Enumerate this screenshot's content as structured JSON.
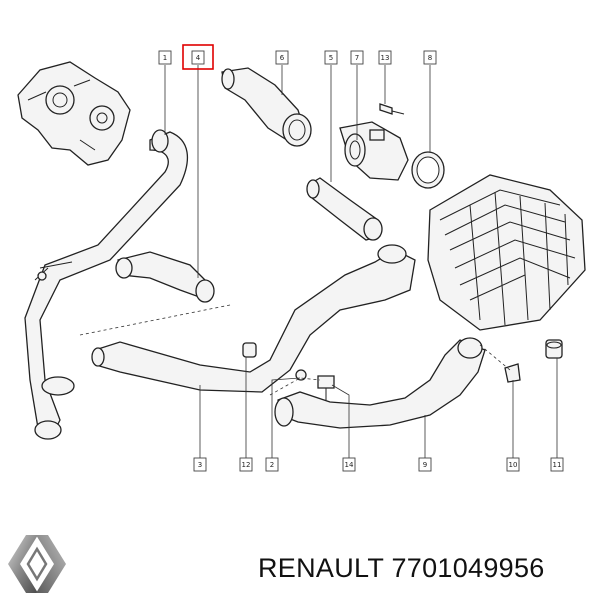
{
  "callouts": [
    "1",
    "4",
    "6",
    "5",
    "7",
    "13",
    "8",
    "3",
    "12",
    "2",
    "14",
    "9",
    "10",
    "11"
  ],
  "highlight": {
    "part": "4",
    "color": "#e00000"
  },
  "brand": {
    "name": "RENAULT",
    "part_number": "7701049956",
    "logo": "renault-diamond-logo"
  }
}
